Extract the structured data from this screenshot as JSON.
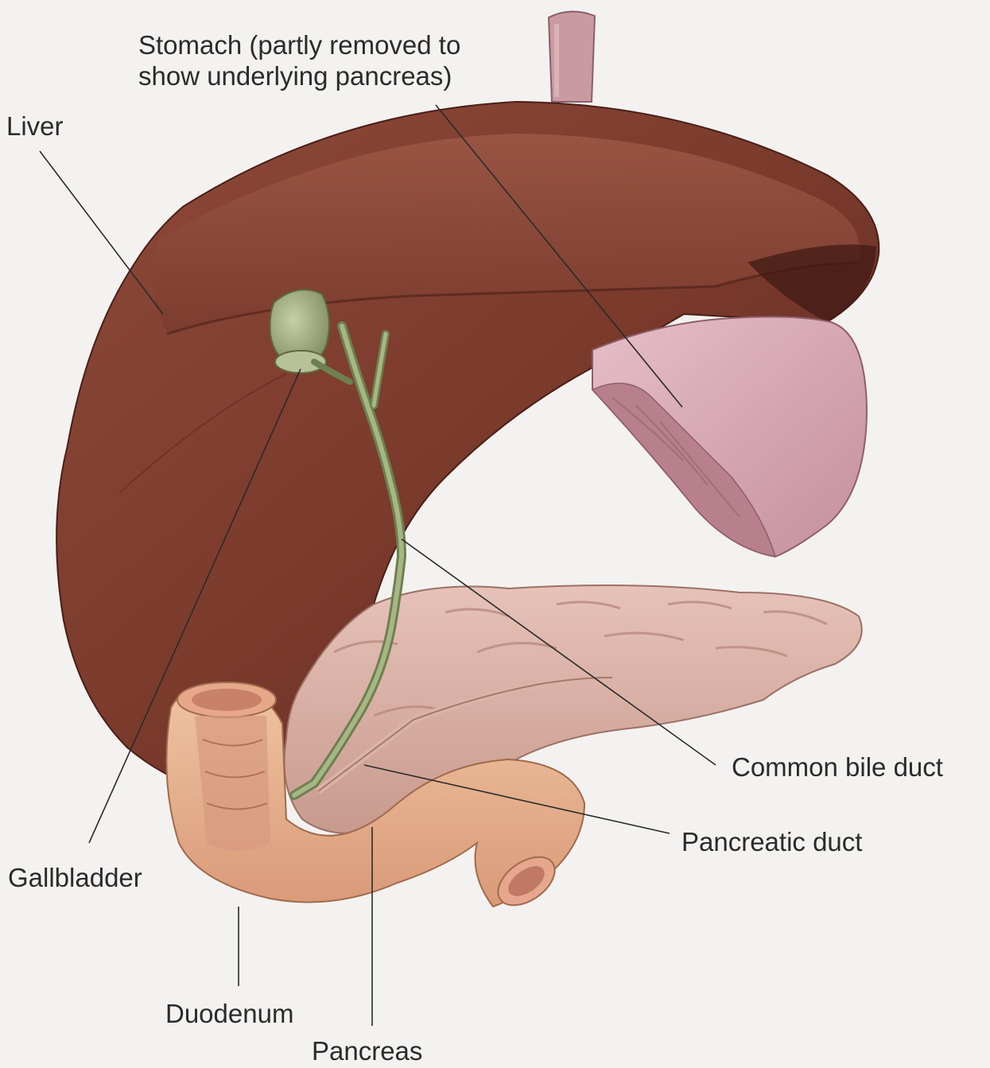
{
  "labels": {
    "stomach": [
      "Stomach (partly removed to",
      "show underlying pancreas)"
    ],
    "liver": "Liver",
    "common_bile_duct": "Common bile duct",
    "pancreatic_duct": "Pancreatic duct",
    "gallbladder": "Gallbladder",
    "duodenum": "Duodenum",
    "pancreas": "Pancreas"
  }
}
